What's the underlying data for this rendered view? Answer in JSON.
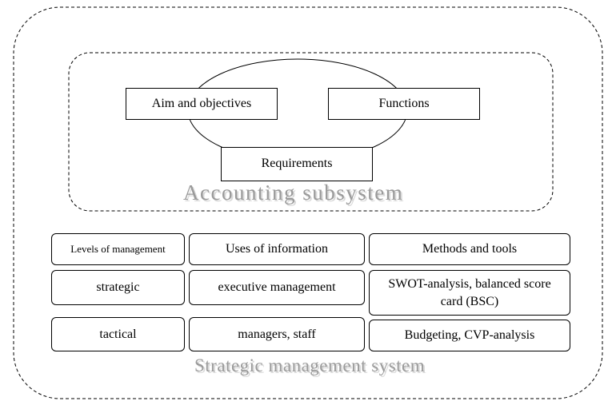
{
  "accounting_subsystem": {
    "title": "Accounting subsystem",
    "boxes": {
      "aim": "Aim and objectives",
      "functions": "Functions",
      "requirements": "Requirements"
    }
  },
  "strategic_system": {
    "title": "Strategic management system",
    "headers": {
      "levels": "Levels of management",
      "uses": "Uses of information",
      "methods": "Methods and tools"
    },
    "rows": [
      {
        "level": "strategic",
        "use": "executive management",
        "method": "SWOT-analysis, balanced score card (BSC)"
      },
      {
        "level": "tactical",
        "use": "managers, staff",
        "method": "Budgeting, CVP-analysis"
      }
    ]
  }
}
